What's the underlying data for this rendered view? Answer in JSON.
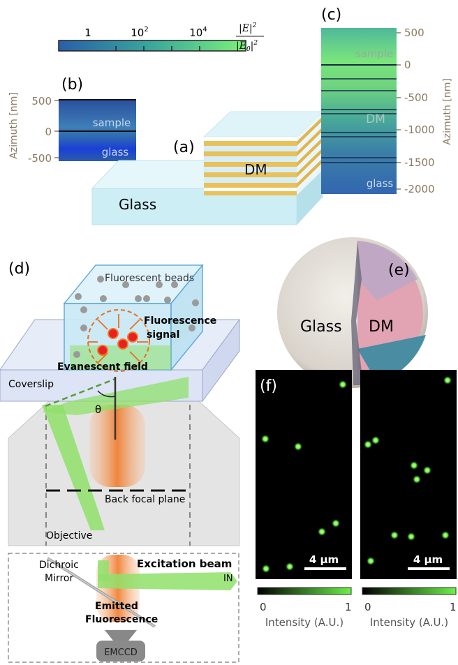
{
  "panel_labels": {
    "a": "(a)",
    "b": "(b)",
    "c": "(c)",
    "d": "(d)",
    "e": "(e)",
    "f": "(f)"
  },
  "colorbar_top": {
    "ticks": [
      "1",
      "10",
      "10"
    ],
    "tick_exponents": [
      "",
      "2",
      "4"
    ],
    "unit_numerator": "|E|",
    "unit_denominator": "|E",
    "unit_sub": "0",
    "unit_power": "2"
  },
  "panel_a": {
    "glass_label": "Glass",
    "dm_label": "DM"
  },
  "panel_b": {
    "ylabel": "Azimuth [nm]",
    "ticks": [
      "500",
      "0",
      "-500"
    ],
    "region_labels": [
      "sample",
      "glass"
    ]
  },
  "panel_c": {
    "ylabel": "Azimuth [nm]",
    "ticks": [
      "500",
      "0",
      "-500",
      "-1000",
      "-1500",
      "-2000"
    ],
    "region_labels": [
      "sample",
      "DM",
      "glass"
    ]
  },
  "panel_d": {
    "beads_label": "Fluorescent beads",
    "signal_label_1": "Fluorescence",
    "signal_label_2": "signal",
    "evanescent_label": "Evanescent field",
    "coverslip_label": "Coverslip",
    "theta_label": "θ",
    "bfp_label": "Back focal plane",
    "objective_label": "Objective",
    "dichroic_label_1": "Dichroic",
    "dichroic_label_2": "Mirror",
    "excitation_label": "Excitation beam",
    "in_label": "IN",
    "emitted_label_1": "Emitted",
    "emitted_label_2": "Fluorescence",
    "emccd_label": "EMCCD"
  },
  "panel_e": {
    "glass_label": "Glass",
    "dm_label": "DM"
  },
  "panel_f": {
    "scalebar_left": "4 μm",
    "scalebar_right": "4 μm",
    "cbar_min_left": "0",
    "cbar_max_left": "1",
    "cbar_min_right": "0",
    "cbar_max_right": "1",
    "cbar_label_left": "Intensity (A.U.)",
    "cbar_label_right": "Intensity (A.U.)"
  },
  "colors": {
    "cbar_low": "#2a5ea8",
    "cbar_high": "#7cf07a",
    "glass": "#cdeef5",
    "dm_gold": "#e8c15a",
    "beam_green": "#8fe06a",
    "emission_orange": "#f07a2a",
    "bead_red": "#e8201e"
  }
}
